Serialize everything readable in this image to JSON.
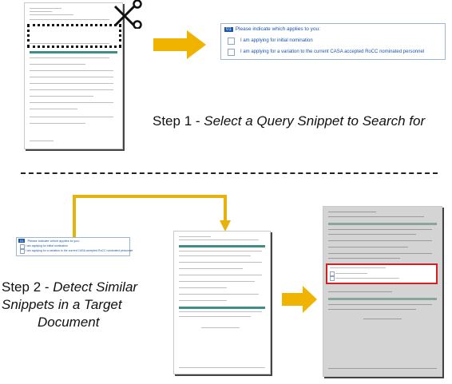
{
  "step1": {
    "prefix": "Step 1 - ",
    "emphasis": "Select a Query Snippet to Search for"
  },
  "step2": {
    "prefix": "Step 2 - ",
    "emphasis_line1": "Detect Similar",
    "emphasis_line2": "Snippets in a Target",
    "emphasis_line3": "Document"
  },
  "query_snippet": {
    "number": "01",
    "question": "Please indicate which applies to you:",
    "option1": "I am applying for initial nomination",
    "option2": "I am applying for a variation to the current CASA accepted RoCC nominated personnel"
  },
  "colors": {
    "arrow": "#f0b400",
    "connector": "#e8b20c",
    "highlight_box": "#d21f1f",
    "snippet_border": "#9bb7d4",
    "form_accent": "#3e8e86"
  },
  "icons": [
    "scissors-icon",
    "right-arrow-icon"
  ]
}
